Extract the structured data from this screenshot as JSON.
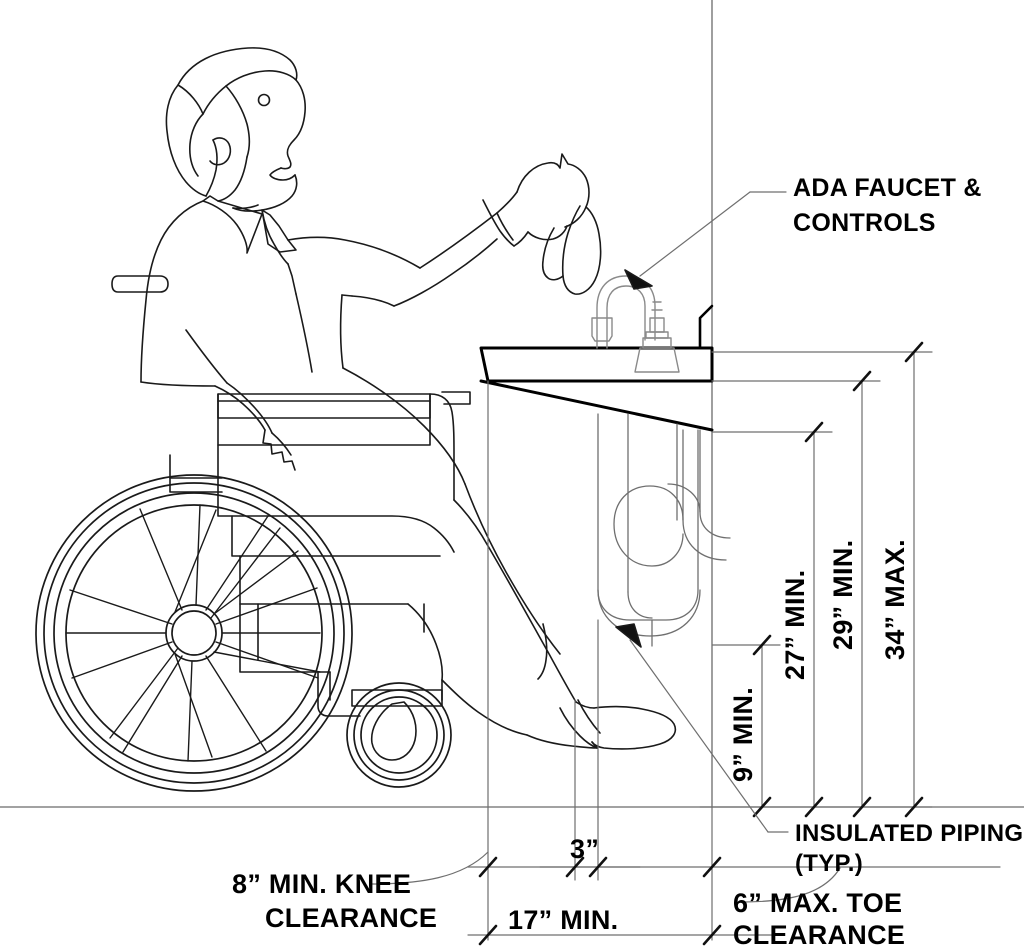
{
  "drawing": {
    "title": "ADA Accessible Lavatory Clearance Section",
    "ink_color": "#000000",
    "thin_line_color": "#555555",
    "background": "#ffffff"
  },
  "annotations": {
    "faucet_note_line1": "ADA FAUCET &",
    "faucet_note_line2": "CONTROLS",
    "piping_note_line1": "INSULATED PIPING",
    "piping_note_line2": "(TYP.)",
    "toe_note_line1": "6” MAX. TOE",
    "toe_note_line2": "CLEARANCE",
    "knee_note_line1": "8” MIN. KNEE",
    "knee_note_line2": "CLEARANCE"
  },
  "dimensions": {
    "vertical": [
      {
        "id": "toe-height",
        "label": "9” MIN.",
        "value": 9,
        "unit": "in",
        "qualifier": "MIN."
      },
      {
        "id": "knee-clearance",
        "label": "27” MIN.",
        "value": 27,
        "unit": "in",
        "qualifier": "MIN."
      },
      {
        "id": "apron-clearance",
        "label": "29” MIN.",
        "value": 29,
        "unit": "in",
        "qualifier": "MIN."
      },
      {
        "id": "counter-height",
        "label": "34” MAX.",
        "value": 34,
        "unit": "in",
        "qualifier": "MAX."
      }
    ],
    "horizontal": [
      {
        "id": "toe-depth",
        "label": "3”",
        "value": 3,
        "unit": "in",
        "qualifier": ""
      },
      {
        "id": "knee-depth",
        "label": "17” MIN.",
        "value": 17,
        "unit": "in",
        "qualifier": "MIN."
      }
    ]
  },
  "figure": {
    "subject": "person-in-wheelchair",
    "facing": "right"
  }
}
